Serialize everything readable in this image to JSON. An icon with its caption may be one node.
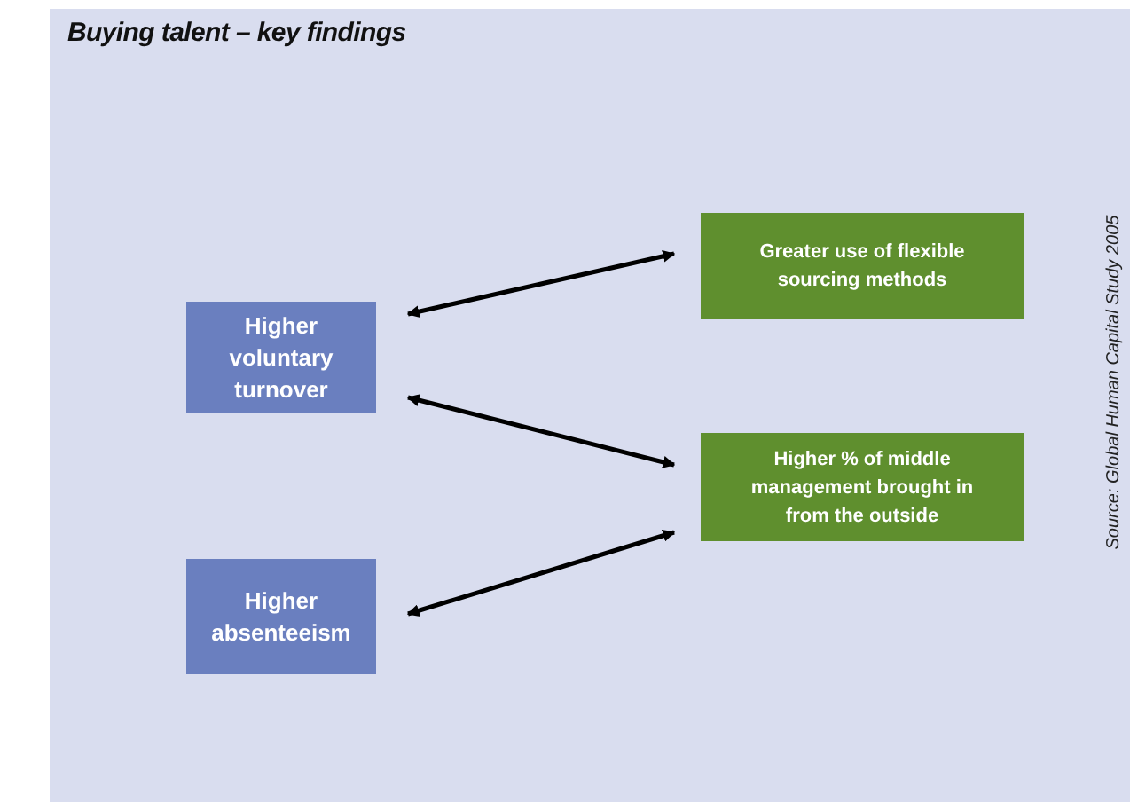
{
  "diagram": {
    "title": "Buying talent – key findings",
    "nodes": [
      {
        "text": [
          "Higher voluntary turnover"
        ]
      },
      {
        "text": [
          "Higher absenteeism"
        ]
      },
      {
        "text": [
          "Greater use of flexible sourcing methods"
        ]
      },
      {
        "text": [
          "Higher % of middle management brought in from the outside"
        ]
      }
    ],
    "edges": [
      {
        "from": 0,
        "to": 2,
        "arrow": "both"
      },
      {
        "from": 0,
        "to": 3,
        "arrow": "both"
      },
      {
        "from": 1,
        "to": 3,
        "arrow": "both"
      }
    ],
    "labels": [
      "Source: Global Human Capital Study 2005"
    ]
  }
}
